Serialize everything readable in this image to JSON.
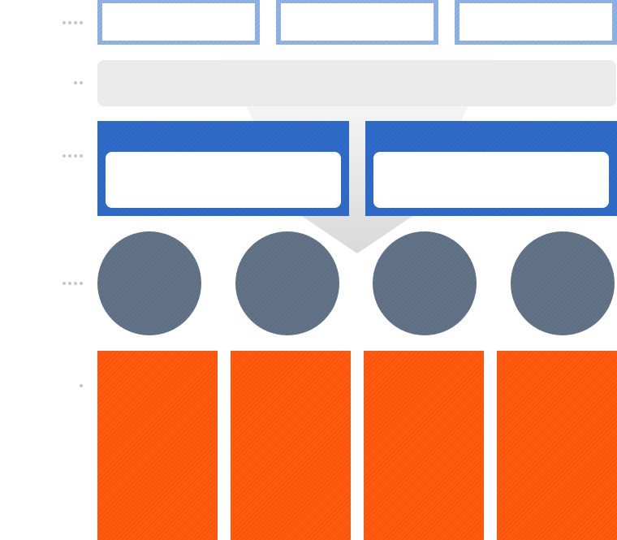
{
  "colors": {
    "background": "#ffffff",
    "funnel": "#dcdcdc",
    "light_blue": "#8fb3e6",
    "light_blue_inner": "#ffffff",
    "band_gray": "#ebebeb",
    "blue": "#2f6bc9",
    "blue_inner": "#ffffff",
    "circle": "#627388",
    "orange": "#ff5a0d",
    "marker": "#c3c7cc"
  },
  "rows": [
    {
      "id": "row-1",
      "marker_dots": 4,
      "items": 3,
      "kind": "outlined-box"
    },
    {
      "id": "row-2",
      "marker_dots": 2,
      "items": 1,
      "kind": "band"
    },
    {
      "id": "row-3",
      "marker_dots": 4,
      "items": 2,
      "kind": "filled-panel"
    },
    {
      "id": "row-4",
      "marker_dots": 4,
      "items": 4,
      "kind": "circle"
    },
    {
      "id": "row-5",
      "marker_dots": 1,
      "items": 4,
      "kind": "column"
    }
  ]
}
